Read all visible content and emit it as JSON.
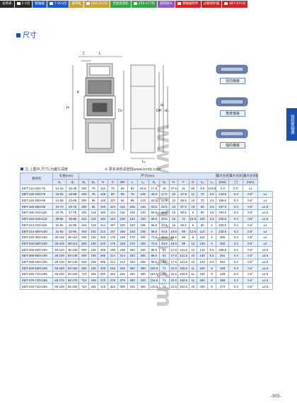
{
  "nav": [
    {
      "label": "总目录",
      "color": "#2a2a2a"
    },
    {
      "label": "2-5页",
      "color": "#2a2a2a"
    },
    {
      "label": "联轴器",
      "color": "#1e5bc6"
    },
    {
      "label": "7-203页",
      "color": "#1e5bc6"
    },
    {
      "label": "皮带轮",
      "color": "#c7a23a"
    },
    {
      "label": "205-257页",
      "color": "#c7a23a"
    },
    {
      "label": "无级变速轮",
      "color": "#3aa04a"
    },
    {
      "label": "259-477页",
      "color": "#3aa04a"
    },
    {
      "label": "旋转接头",
      "color": "#8e5bc0"
    },
    {
      "label": "联轴器附件",
      "color": "#d0242a"
    },
    {
      "label": "过载保护器",
      "color": "#d0242a"
    },
    {
      "label": "487-615页",
      "color": "#d0242a"
    }
  ],
  "section_title": "尺寸",
  "side_tab": "链轮联轴器",
  "seal_labels": [
    "径向偏差",
    "角度偏差",
    "轴向偏差"
  ],
  "drawing_labels": {
    "c": "C",
    "l": "L",
    "h": "H",
    "dd": "D₂",
    "dh": "DH",
    "d2": "d₂",
    "d1": "d₁",
    "k": "K"
  },
  "note": "注:上图中,尺寸L为键孔深度",
  "note2": "※ 更多资料请登陆www.xmtb.com",
  "table": {
    "head1": [
      "系列号",
      "孔径(mm)",
      "尺寸(mm)",
      "最大允许径向偏差",
      "最大允许角度偏差",
      "最大允许轴向偏差"
    ],
    "head2": [
      "d₁",
      "d₂",
      "D₁",
      "D₂",
      "H",
      "C",
      "DH",
      "L",
      "L₁",
      "S₁",
      "S₂",
      "K",
      "F",
      "G",
      "C₁",
      "L₂",
      "(mm)",
      "(°)",
      "(mm)"
    ],
    "rows": [
      [
        "EBT-112-200×75",
        "14-42",
        "16-48",
        "200",
        "75",
        "112",
        "79",
        "69",
        "67",
        "26.5",
        "17.5",
        "10",
        "47.5",
        "11",
        "60",
        "3.5",
        "123.5",
        "0.3",
        "0.5°",
        "±1"
      ],
      [
        "EBT-125-200×75",
        "15-52",
        "18-58",
        "200",
        "75",
        "125",
        "90",
        "85",
        "76",
        "105",
        "45.5",
        "17.5",
        "10",
        "47.5",
        "11",
        "70",
        "3.5",
        "143.5",
        "0.3",
        "0.5°",
        "±1"
      ],
      [
        "EBT-140-250×95",
        "14-58",
        "22-65",
        "250",
        "95",
        "140",
        "107",
        "94",
        "85",
        "123",
        "52.5",
        "22.5",
        "13",
        "65.5",
        "16",
        "70",
        "3.5",
        "158.5",
        "0.3",
        "0.5°",
        "±1"
      ],
      [
        "EBT-160-250×95",
        "24-72",
        "25-75",
        "250",
        "95",
        "160",
        "124",
        "115",
        "105",
        "145",
        "63.5",
        "22.5",
        "13",
        "57.5",
        "18",
        "80",
        "3.5",
        "197.5",
        "0.3",
        "0.5°",
        "±1.5"
      ],
      [
        "EBT-180-315×118",
        "24-75",
        "27-75",
        "315",
        "118",
        "180",
        "124",
        "115",
        "105",
        "145",
        "59.5",
        "30.5",
        "15",
        "80.5",
        "8",
        "90",
        "3.5",
        "193.5",
        "0.3",
        "0.5°",
        "±1.5"
      ],
      [
        "EBT-184-315×118",
        "28-85",
        "35-85",
        "315",
        "118",
        "184",
        "140",
        "130",
        "120",
        "150",
        "68.5",
        "30.5",
        "15",
        "72",
        "15.5",
        "100",
        "2.5",
        "225.5",
        "0.3",
        "0.5°",
        "±1.5"
      ],
      [
        "EBT-214-315×118",
        "31-92",
        "32-95",
        "315",
        "118",
        "214",
        "157",
        "150",
        "153",
        "185",
        "68.5",
        "30.5",
        "15",
        "69.5",
        "8",
        "90",
        "4",
        "203.5",
        "0.3",
        "0.5°",
        "±2"
      ],
      [
        "EBT-214-400×150",
        "31-92",
        "32-95",
        "400",
        "150",
        "214",
        "157",
        "150",
        "153",
        "185",
        "68.5",
        "40.5",
        "18.5",
        "89",
        "12.5",
        "110",
        "4",
        "223.5",
        "0.3",
        "0.5°",
        "±2"
      ],
      [
        "EBT-240-400×150",
        "35-102",
        "38-110",
        "400",
        "150",
        "240",
        "179",
        "168",
        "170",
        "200",
        "73.5",
        "40.5",
        "18.5",
        "89",
        "8",
        "110",
        "4",
        "260",
        "0.3",
        "0.5°",
        "±2"
      ],
      [
        "EBT-240-500×190",
        "35-102",
        "38-110",
        "500",
        "190",
        "240",
        "179",
        "168",
        "170",
        "200",
        "73.5",
        "40.5",
        "18.5",
        "89",
        "12",
        "130",
        "4",
        "260",
        "0.3",
        "0.5°",
        "±2"
      ],
      [
        "EBT-265-500×190",
        "40-120",
        "45-130",
        "500",
        "190",
        "265",
        "198",
        "198",
        "200",
        "230",
        "86.5",
        "51",
        "17.5",
        "121.5",
        "22",
        "140",
        "5.5",
        "285.5",
        "0.3",
        "0.5°",
        "±2.5"
      ],
      [
        "EBT-285-500×190",
        "45-130",
        "50-140",
        "500",
        "190",
        "285",
        "214",
        "214",
        "220",
        "250",
        "98.5",
        "51",
        "17.5",
        "121.5",
        "22",
        "140",
        "5.5",
        "291",
        "0.3",
        "0.5°",
        "±2.5"
      ],
      [
        "EBT-285-630×236",
        "45-130",
        "50-140",
        "630",
        "236",
        "285",
        "214",
        "214",
        "220",
        "250",
        "98.5",
        "51",
        "17.5",
        "121.5",
        "22",
        "140",
        "5.5",
        "291",
        "0.3",
        "0.5°",
        "±2.5"
      ],
      [
        "EBT-330-630×236",
        "55-150",
        "50-160",
        "630",
        "236",
        "330",
        "246",
        "246",
        "250",
        "280",
        "104.5",
        "71",
        "22.5",
        "153.5",
        "11",
        "160",
        "8",
        "328",
        "0.3",
        "0.5°",
        "±2.5"
      ],
      [
        "EBT-330-710×265",
        "55-150",
        "50-160",
        "710",
        "265",
        "330",
        "246",
        "246",
        "250",
        "280",
        "104.5",
        "71",
        "22.5",
        "153.5",
        "11",
        "160",
        "8",
        "328",
        "0.3",
        "0.5°",
        "±2.5"
      ],
      [
        "EBT-370-710×265",
        "60-170",
        "58-170",
        "710",
        "265",
        "370",
        "279",
        "279",
        "280",
        "320",
        "116.5",
        "71",
        "22.5",
        "153.5",
        "11",
        "180",
        "8",
        "368",
        "0.3",
        "0.5°",
        "±2.5"
      ],
      [
        "EBT-415-710×265",
        "65-185",
        "56-190",
        "710",
        "265",
        "415",
        "315",
        "306",
        "315",
        "350",
        "140.5",
        "71",
        "22.5",
        "154.5",
        "25",
        "200",
        "8",
        "373",
        "0.3",
        "0.5°",
        "±2.5"
      ]
    ]
  },
  "watermark_text": "www.xmtb.com",
  "page_number": "-305-"
}
